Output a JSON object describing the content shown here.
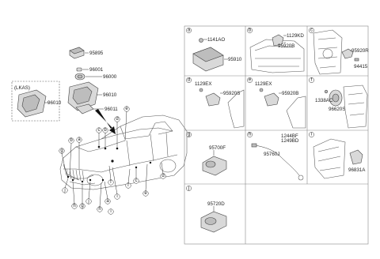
{
  "left_diagram": {
    "lkas_label": "(LKAS)",
    "part_numbers": {
      "p95895": "95895",
      "p96001": "96001",
      "p96000": "96000",
      "p96010_top": "96010",
      "p96010_lkas": "96010",
      "p96011": "96011"
    },
    "callouts": {
      "a1": "a",
      "b1": "b",
      "c1": "c",
      "d1": "d",
      "e1": "e",
      "f1": "f",
      "g1": "g",
      "h1": "h",
      "i1": "i",
      "j1": "j",
      "a2": "a",
      "b2": "b",
      "c2": "c",
      "d2": "d",
      "e2": "e",
      "f2": "f",
      "g2": "g",
      "h2": "h",
      "i2": "i",
      "j2": "j"
    }
  },
  "panels": [
    {
      "id": "a",
      "parts": [
        "1141AO",
        "95910"
      ]
    },
    {
      "id": "b",
      "parts": [
        "1129KD",
        "95920B"
      ]
    },
    {
      "id": "c",
      "parts": [
        "95920R",
        "94415"
      ]
    },
    {
      "id": "d",
      "parts": [
        "1129EX",
        "95920S"
      ]
    },
    {
      "id": "e",
      "parts": [
        "1129EX",
        "95920B"
      ]
    },
    {
      "id": "f",
      "parts": [
        "1338AC",
        "96620S"
      ]
    },
    {
      "id": "g",
      "parts": [
        "95700F"
      ]
    },
    {
      "id": "h",
      "parts": [
        "1244BF",
        "1249BD",
        "95760J"
      ]
    },
    {
      "id": "i",
      "parts": [
        "96831A"
      ]
    },
    {
      "id": "j",
      "parts": [
        "95720D"
      ]
    }
  ]
}
